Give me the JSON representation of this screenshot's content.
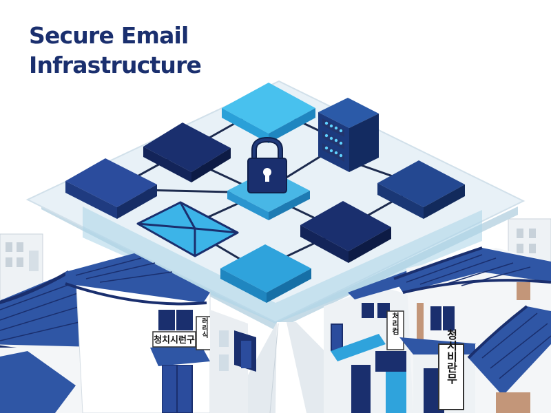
{
  "title": "Secure Email\nInfrastructure",
  "colors": {
    "navy": "#1c3a7e",
    "dark_navy": "#132b61",
    "light_blue": "#2fa3dc",
    "cyan": "#48c1ee",
    "platform": "#dbeaf3",
    "roof": "#2f56a5"
  },
  "icons": {
    "lock": "padlock-icon",
    "envelope": "envelope-icon",
    "server": "server-rack-icon"
  },
  "signs": {
    "left_shop": "청치시런구",
    "left_vertical": "러리식",
    "right_vertical": "처리컴",
    "right_large": "청시비란무"
  }
}
